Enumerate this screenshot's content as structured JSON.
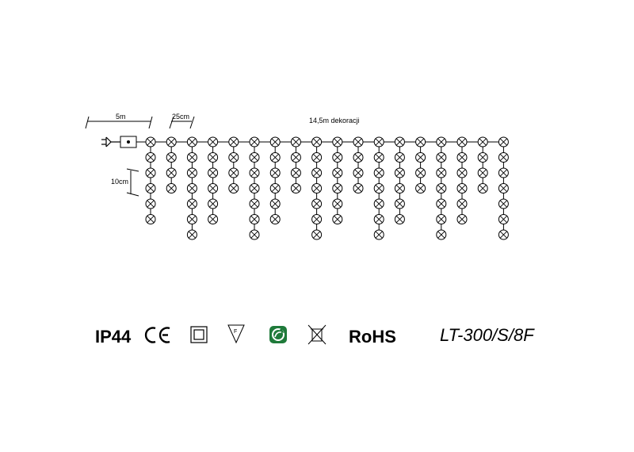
{
  "diagram": {
    "lead_length_label": "5m",
    "spacing_label": "25cm",
    "bulb_spacing_label": "10cm",
    "decoration_length_label": "14,5m dekoracji",
    "strand_bulb_counts": [
      6,
      4,
      7,
      6,
      4,
      7,
      6,
      4,
      7,
      6,
      4,
      7,
      6,
      4,
      7,
      6,
      4,
      7
    ]
  },
  "footer": {
    "ip_rating": "IP44",
    "ce_mark": "CE",
    "class2_icon": "double-square-icon",
    "f_mark": "F",
    "recycle_icon": "green-recycle-icon",
    "weee_icon": "crossed-bin-icon",
    "rohs": "RoHS",
    "model": "LT-300/S/8F",
    "green": "#1f7a3a"
  }
}
